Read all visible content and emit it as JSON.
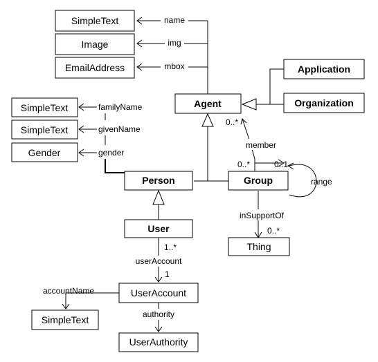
{
  "diagram": {
    "boxes": {
      "simpletext_name": "SimpleText",
      "image": "Image",
      "email_address": "EmailAddress",
      "agent": "Agent",
      "application": "Application",
      "organization": "Organization",
      "simpletext_family": "SimpleText",
      "simpletext_given": "SimpleText",
      "gender": "Gender",
      "person": "Person",
      "group": "Group",
      "user": "User",
      "thing": "Thing",
      "user_account": "UserAccount",
      "simpletext_account": "SimpleText",
      "user_authority": "UserAuthority"
    },
    "labels": {
      "name": "name",
      "img": "img",
      "mbox": "mbox",
      "family_name": "familyName",
      "given_name": "givenName",
      "gender": "gender",
      "member": "member",
      "range": "range",
      "in_support_of": "inSupportOf",
      "user_account": "userAccount",
      "account_name": "accountName",
      "authority": "authority"
    },
    "multiplicities": {
      "agent_member": "0..*",
      "group_member_source": "0..*",
      "group_member_target": "0..1",
      "thing": "0..*",
      "user_account_source": "1..*",
      "user_account_target": "1"
    }
  }
}
